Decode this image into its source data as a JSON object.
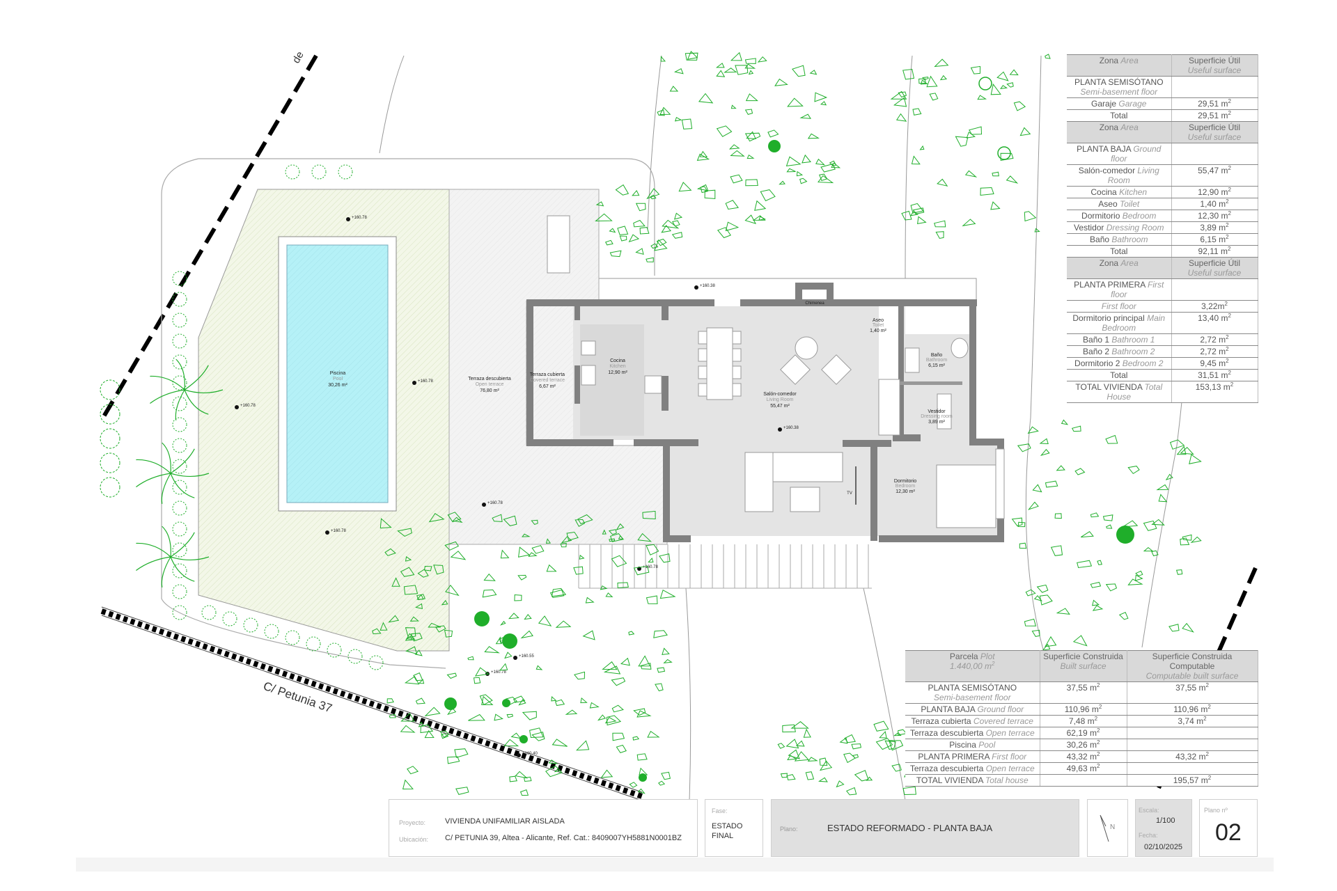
{
  "useful_table": {
    "col_zone": "Zona",
    "col_zone_en": "Area",
    "col_surface": "Superficie Útil",
    "col_surface_en": "Useful surface",
    "unit": "m",
    "sections": [
      {
        "title": "PLANTA SEMISÓTANO",
        "title_en": "Semi-basement floor",
        "rows": [
          {
            "name": "Garaje",
            "name_en": "Garage",
            "value": "29,51 m"
          }
        ],
        "total_label": "Total",
        "total": "29,51 m"
      },
      {
        "title": "PLANTA BAJA",
        "title_en": "Ground floor",
        "rows": [
          {
            "name": "Salón-comedor",
            "name_en": "Living Room",
            "value": "55,47 m"
          },
          {
            "name": "Cocina",
            "name_en": "Kitchen",
            "value": "12,90 m"
          },
          {
            "name": "Aseo",
            "name_en": "Toilet",
            "value": "1,40 m"
          },
          {
            "name": "Dormitorio",
            "name_en": "Bedroom",
            "value": "12,30 m"
          },
          {
            "name": "Vestidor",
            "name_en": "Dressing Room",
            "value": "3,89 m"
          },
          {
            "name": "Baño",
            "name_en": "Bathroom",
            "value": "6,15 m"
          }
        ],
        "total_label": "Total",
        "total": "92,11 m"
      },
      {
        "title": "PLANTA PRIMERA",
        "title_en": "First floor",
        "rows": [
          {
            "name": "",
            "name_en": "First floor",
            "value": "3,22m"
          },
          {
            "name": "Dormitorio principal",
            "name_en": "Main Bedroom",
            "value": "13,40 m"
          },
          {
            "name": "Baño 1",
            "name_en": "Bathroom 1",
            "value": "2,72 m"
          },
          {
            "name": "Baño 2",
            "name_en": "Bathroom 2",
            "value": "2,72 m"
          },
          {
            "name": "Dormitorio 2",
            "name_en": "Bedroom 2",
            "value": "9,45 m"
          }
        ],
        "total_label": "Total",
        "total": "31,51 m"
      }
    ],
    "grand_total_label": "TOTAL VIVIENDA",
    "grand_total_label_en": "Total House",
    "grand_total": "153,13 m"
  },
  "built_table": {
    "col_plot": "Parcela",
    "col_plot_en": "Plot",
    "plot_area": "1.440,00 m",
    "col_built": "Superficie Construida",
    "col_built_en": "Built surface",
    "col_comp": "Superficie Construida Computable",
    "col_comp_en": "Computable built surface",
    "rows": [
      {
        "name": "PLANTA SEMISÓTANO",
        "name_en": "Semi-basement floor",
        "built": "37,55 m",
        "comp": "37,55 m"
      },
      {
        "name": "PLANTA BAJA",
        "name_en": "Ground floor",
        "built": "110,96 m",
        "comp": "110,96 m"
      },
      {
        "name": "Terraza cubierta",
        "name_en": "Covered terrace",
        "built": "7,48 m",
        "comp": "3,74 m"
      },
      {
        "name": "Terraza descubierta",
        "name_en": "Open terrace",
        "built": "62,19 m",
        "comp": ""
      },
      {
        "name": "Piscina",
        "name_en": "Pool",
        "built": "30,26 m",
        "comp": ""
      },
      {
        "name": "PLANTA PRIMERA",
        "name_en": "First floor",
        "built": "43,32 m",
        "comp": "43,32 m"
      },
      {
        "name": "Terraza descubierta",
        "name_en": "Open terrace",
        "built": "49,63 m",
        "comp": ""
      },
      {
        "name": "TOTAL VIVIENDA",
        "name_en": "Total house",
        "built": "",
        "comp": "195,57 m"
      }
    ]
  },
  "title_block": {
    "project_label": "Proyecto:",
    "project": "VIVIENDA UNIFAMILIAR AISLADA",
    "location_label": "Ubicación:",
    "location": "C/ PETUNIA 39, Altea - Alicante, Ref. Cat.: 8409007YH5881N0001BZ",
    "phase_label": "Fase:",
    "phase_1": "ESTADO",
    "phase_2": "FINAL",
    "plan_label": "Plano:",
    "plan": "ESTADO REFORMADO - PLANTA BAJA",
    "north": "N",
    "scale_label": "Escala:",
    "scale": "1/100",
    "date_label": "Fecha:",
    "date": "02/10/2025",
    "sheet_label": "Plano nº",
    "sheet": "02"
  },
  "plan": {
    "street": "C/ Petunia 37",
    "street_top": "de",
    "rooms": {
      "pool": {
        "name": "Piscina",
        "name_en": "Pool",
        "area": "30,26 m²"
      },
      "open_terrace": {
        "name": "Terraza descubierta",
        "name_en": "Open terrace",
        "area": "76,80 m²"
      },
      "covered_terrace": {
        "name": "Terraza cubierta",
        "name_en": "Covered terrace",
        "area": "6,67 m²"
      },
      "kitchen": {
        "name": "Cocina",
        "name_en": "Kitchen",
        "area": "12,90 m²"
      },
      "living": {
        "name": "Salón-comedor",
        "name_en": "Living Room",
        "area": "55,47 m²"
      },
      "toilet": {
        "name": "Aseo",
        "name_en": "Toilet",
        "area": "1,40 m²"
      },
      "bathroom": {
        "name": "Baño",
        "name_en": "Bathroom",
        "area": "6,15 m²"
      },
      "dressing": {
        "name": "Vestidor",
        "name_en": "Dressing room",
        "area": "3,89 m²"
      },
      "bedroom": {
        "name": "Dormitorio",
        "name_en": "Bedroom",
        "area": "12,30 m²"
      }
    },
    "chimney": "Chimenea",
    "tv": "TV",
    "levels": [
      "+160.78",
      "+160.78",
      "+160.78",
      "+160.78",
      "+160.78",
      "+160.38",
      "+160.38",
      "+160.78",
      "+160.78",
      "+160.55",
      "+160.40"
    ],
    "colors": {
      "pool": "#b5f1f7",
      "vegetation": "#1fae2a",
      "wall": "#808080",
      "floor": "#e4e4e4"
    }
  }
}
